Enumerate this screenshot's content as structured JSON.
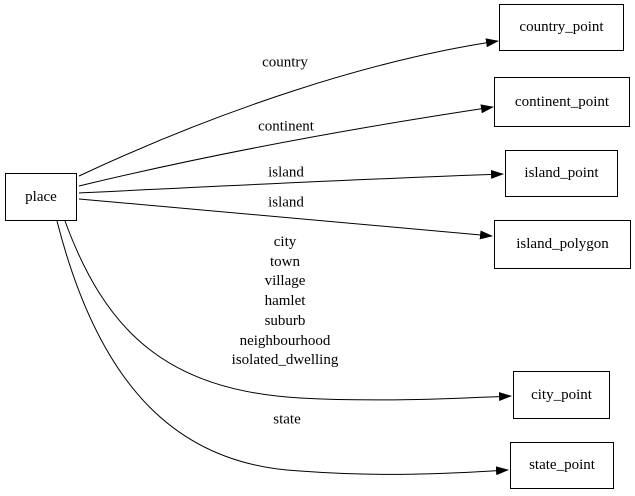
{
  "diagram": {
    "colors": {
      "stroke": "#000000",
      "text": "#000000",
      "node_fill": "#ffffff",
      "background": "#ffffff"
    },
    "nodes": [
      {
        "id": "place",
        "label": "place"
      },
      {
        "id": "country_point",
        "label": "country_point"
      },
      {
        "id": "continent_point",
        "label": "continent_point"
      },
      {
        "id": "island_point",
        "label": "island_point"
      },
      {
        "id": "island_polygon",
        "label": "island_polygon"
      },
      {
        "id": "city_point",
        "label": "city_point"
      },
      {
        "id": "state_point",
        "label": "state_point"
      }
    ],
    "edges": [
      {
        "from": "place",
        "to": "country_point",
        "label": "country"
      },
      {
        "from": "place",
        "to": "continent_point",
        "label": "continent"
      },
      {
        "from": "place",
        "to": "island_point",
        "label": "island"
      },
      {
        "from": "place",
        "to": "island_polygon",
        "label": "island"
      },
      {
        "from": "place",
        "to": "city_point",
        "label_lines": [
          "city",
          "town",
          "village",
          "hamlet",
          "suburb",
          "neighbourhood",
          "isolated_dwelling"
        ]
      },
      {
        "from": "place",
        "to": "state_point",
        "label": "state"
      }
    ]
  }
}
